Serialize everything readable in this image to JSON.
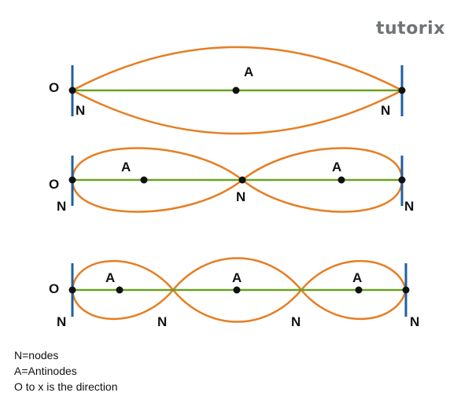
{
  "brand": {
    "name": "tutorix"
  },
  "colors": {
    "wave": "#e67e22",
    "axis": "#6aa121",
    "wall": "#1f5fa0",
    "dot": "#111111"
  },
  "panels": [
    {
      "origin_label": "O",
      "antinode_label": "A",
      "node_labels": [
        "N",
        "N"
      ]
    },
    {
      "origin_label": "O",
      "antinode_labels": [
        "A",
        "A"
      ],
      "node_labels": [
        "N",
        "N",
        "N"
      ]
    },
    {
      "origin_label": "O",
      "antinode_labels": [
        "A",
        "A",
        "A"
      ],
      "node_labels": [
        "N",
        "N",
        "N",
        "N"
      ]
    }
  ],
  "legend": {
    "line1": "N=nodes",
    "line2": "A=Antinodes",
    "line3": "O to x is the direction"
  }
}
